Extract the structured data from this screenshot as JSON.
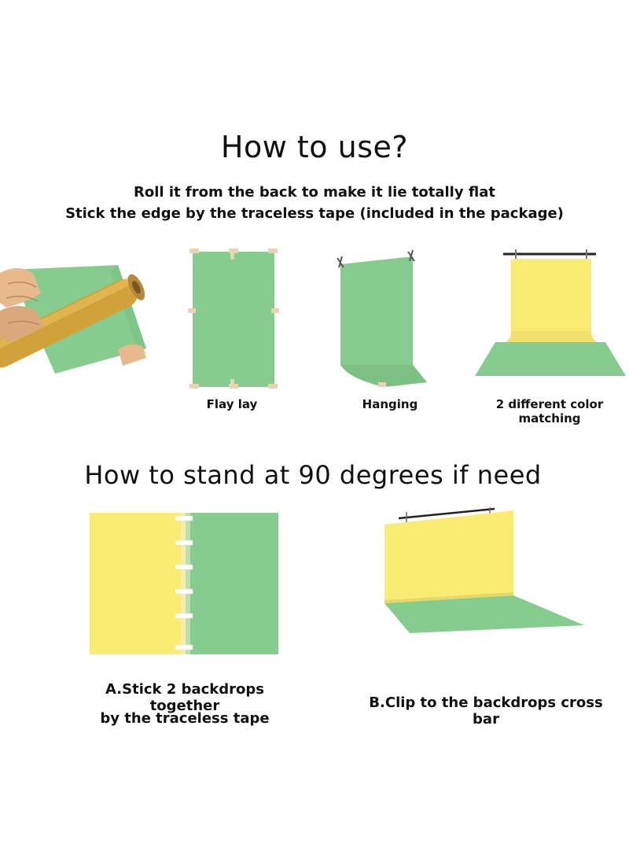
{
  "heading_top": "How to use?",
  "instructions": {
    "line1": "Roll it from the back to make it lie totally flat",
    "line2": "Stick the edge  by the traceless tape (included in the package)"
  },
  "methods": [
    {
      "caption": "Flay lay"
    },
    {
      "caption": "Hanging"
    },
    {
      "caption": "2 different color matching"
    }
  ],
  "heading_bottom": "How to stand at 90 degrees if need",
  "steps": {
    "a_line1": "A.Stick 2 backdrops together",
    "a_line2": "by the traceless tape",
    "b": "B.Clip to the backdrops cross bar"
  },
  "colors": {
    "green": "#86cc8e",
    "yellow": "#faec72",
    "tape": "#e9d3b2"
  }
}
